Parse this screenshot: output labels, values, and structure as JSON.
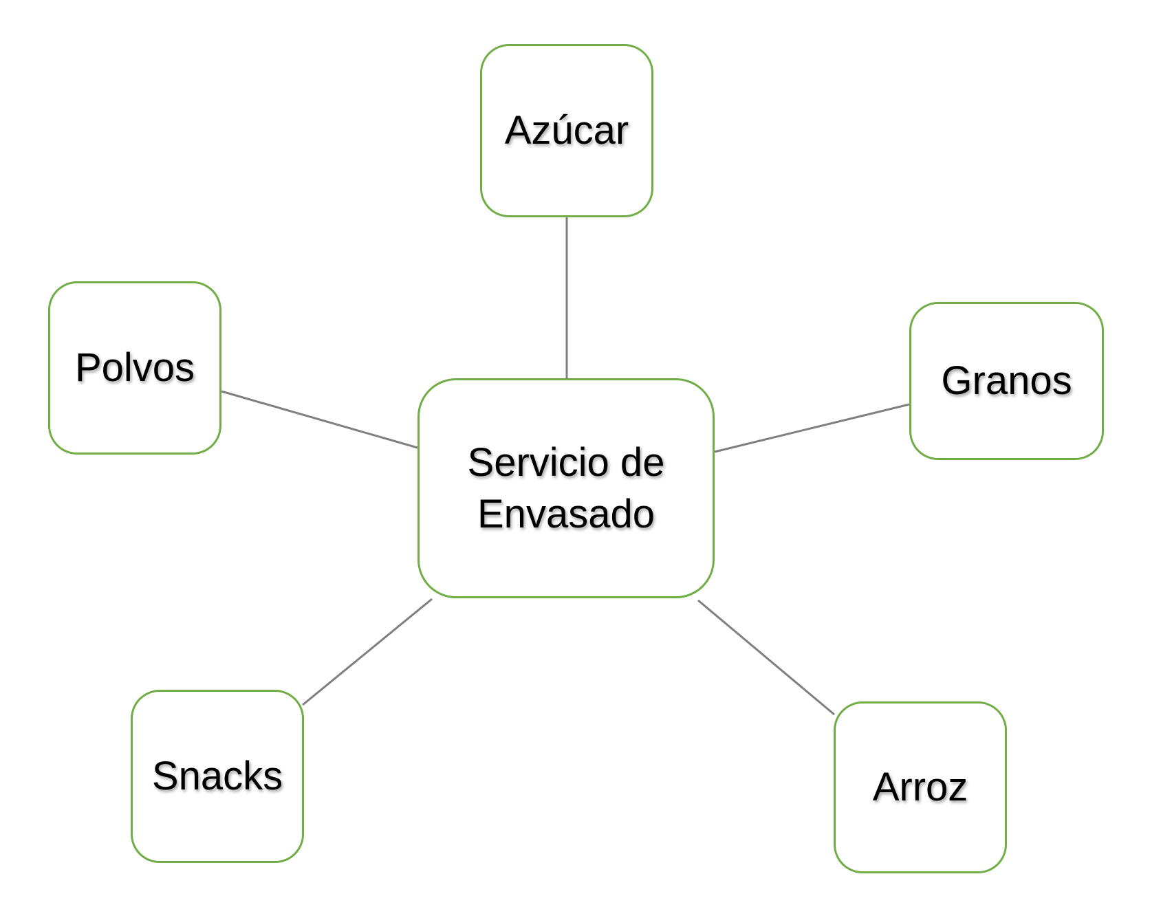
{
  "diagram": {
    "center": {
      "label": "Servicio de\nEnvasado"
    },
    "nodes": [
      {
        "id": "azucar",
        "label": "Azúcar"
      },
      {
        "id": "polvos",
        "label": "Polvos"
      },
      {
        "id": "granos",
        "label": "Granos"
      },
      {
        "id": "snacks",
        "label": "Snacks"
      },
      {
        "id": "arroz",
        "label": "Arroz"
      }
    ],
    "colors": {
      "node_border": "#70ad47",
      "connector": "#7f7f7f",
      "text": "#000000",
      "background": "#ffffff"
    }
  }
}
